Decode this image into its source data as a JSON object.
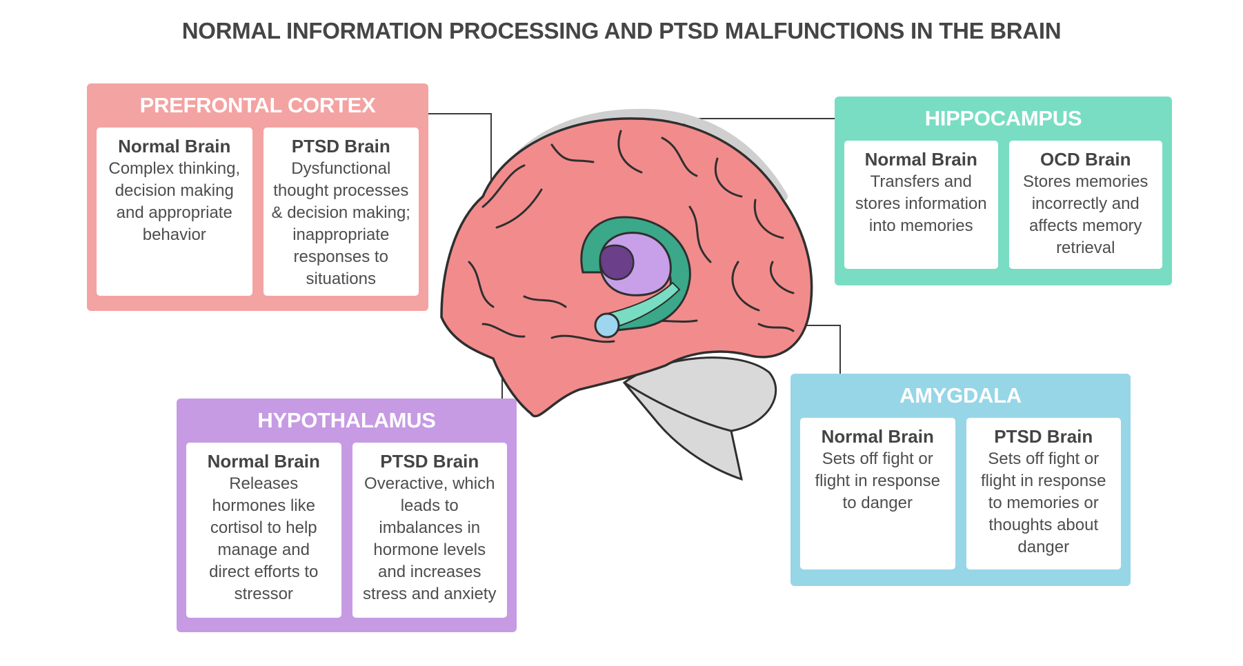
{
  "title": "NORMAL INFORMATION PROCESSING AND PTSD MALFUNCTIONS IN THE BRAIN",
  "colors": {
    "prefrontal": "#f4a3a3",
    "hippocampus": "#79ddc4",
    "hypothalamus": "#c79ae4",
    "amygdala": "#96d6e6",
    "brain_fill": "#f28c8c",
    "cerebellum": "#d9d9d9",
    "outline": "#2f2f2f"
  },
  "panels": {
    "prefrontal": {
      "title": "PREFRONTAL CORTEX",
      "left": {
        "head": "Normal Brain",
        "body": "Complex thinking,\ndecision making\nand appropriate\nbehavior"
      },
      "right": {
        "head": "PTSD Brain",
        "body": "Dysfunctional\nthought processes\n& decision making;\ninappropriate\nresponses to\nsituations"
      }
    },
    "hippocampus": {
      "title": "HIPPOCAMPUS",
      "left": {
        "head": "Normal Brain",
        "body": "Transfers and\nstores information\ninto memories"
      },
      "right": {
        "head": "OCD Brain",
        "body": "Stores memories\nincorrectly and\naffects memory\nretrieval"
      }
    },
    "hypothalamus": {
      "title": "HYPOTHALAMUS",
      "left": {
        "head": "Normal Brain",
        "body": "Releases\nhormones like\ncortisol to help\nmanage and\ndirect efforts to\nstressor"
      },
      "right": {
        "head": "PTSD Brain",
        "body": "Overactive, which\nleads to\nimbalances in\nhormone levels\nand increases\nstress and anxiety"
      }
    },
    "amygdala": {
      "title": "AMYGDALA",
      "left": {
        "head": "Normal Brain",
        "body": "Sets off fight or\nflight in response\nto danger"
      },
      "right": {
        "head": "PTSD Brain",
        "body": "Sets off fight or\nflight in response\nto memories or\nthoughts about\ndanger"
      }
    }
  }
}
